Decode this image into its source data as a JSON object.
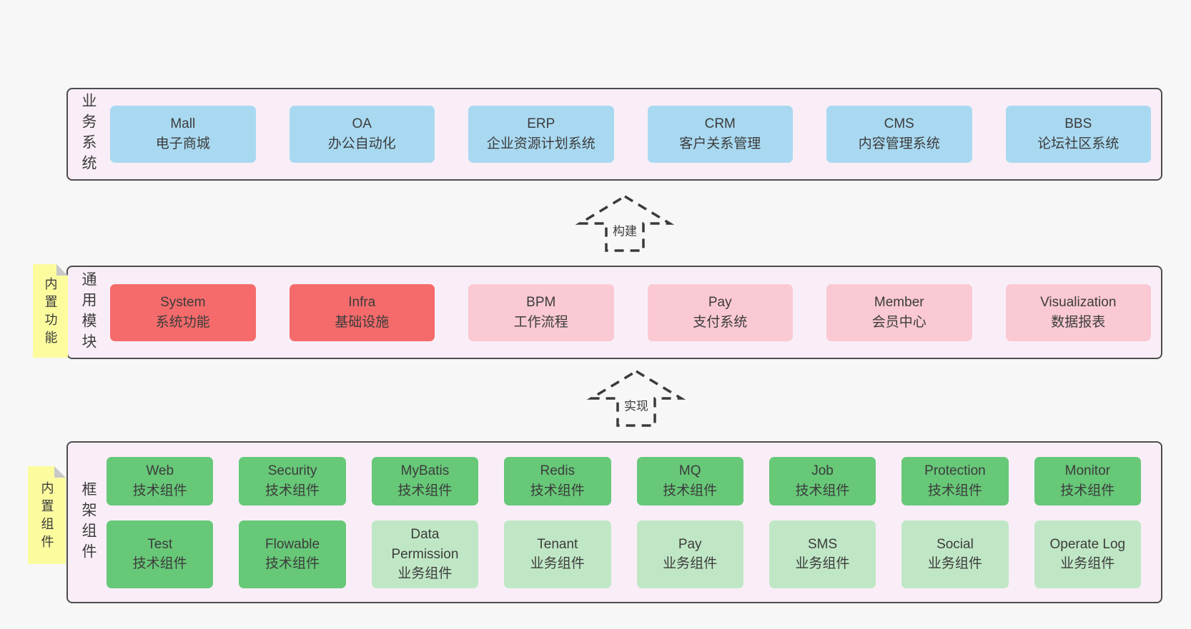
{
  "colors": {
    "page_bg": "#f7f7f7",
    "layer_bg": "#f9eef7",
    "layer_border": "#4d4d4d",
    "box_blue": "#a9d9f1",
    "box_red": "#f56b6b",
    "box_pink": "#fac9d3",
    "box_green": "#67c878",
    "box_green_light": "#c0e7c5",
    "note_yellow": "#fcfc9f",
    "note_fold": "#c8c8c8",
    "text": "#3c3c3c",
    "arrow": "#3a3a3a"
  },
  "arrows": [
    {
      "label": "构建"
    },
    {
      "label": "实现"
    }
  ],
  "layers": [
    {
      "label": "业务系统",
      "boxes": [
        {
          "title": "Mall",
          "subtitle": "电子商城",
          "variant": "blue"
        },
        {
          "title": "OA",
          "subtitle": "办公自动化",
          "variant": "blue"
        },
        {
          "title": "ERP",
          "subtitle": "企业资源计划系统",
          "variant": "blue"
        },
        {
          "title": "CRM",
          "subtitle": "客户关系管理",
          "variant": "blue"
        },
        {
          "title": "CMS",
          "subtitle": "内容管理系统",
          "variant": "blue"
        },
        {
          "title": "BBS",
          "subtitle": "论坛社区系统",
          "variant": "blue"
        }
      ]
    },
    {
      "label": "通用模块",
      "note": "内置功能",
      "boxes": [
        {
          "title": "System",
          "subtitle": "系统功能",
          "variant": "red"
        },
        {
          "title": "Infra",
          "subtitle": "基础设施",
          "variant": "red"
        },
        {
          "title": "BPM",
          "subtitle": "工作流程",
          "variant": "pink"
        },
        {
          "title": "Pay",
          "subtitle": "支付系统",
          "variant": "pink"
        },
        {
          "title": "Member",
          "subtitle": "会员中心",
          "variant": "pink"
        },
        {
          "title": "Visualization",
          "subtitle": "数据报表",
          "variant": "pink"
        }
      ]
    },
    {
      "label": "框架组件",
      "note": "内置组件",
      "boxes": [
        {
          "title": "Web",
          "subtitle": "技术组件",
          "variant": "green"
        },
        {
          "title": "Security",
          "subtitle": "技术组件",
          "variant": "green"
        },
        {
          "title": "MyBatis",
          "subtitle": "技术组件",
          "variant": "green"
        },
        {
          "title": "Redis",
          "subtitle": "技术组件",
          "variant": "green"
        },
        {
          "title": "MQ",
          "subtitle": "技术组件",
          "variant": "green"
        },
        {
          "title": "Job",
          "subtitle": "技术组件",
          "variant": "green"
        },
        {
          "title": "Protection",
          "subtitle": "技术组件",
          "variant": "green"
        },
        {
          "title": "Monitor",
          "subtitle": "技术组件",
          "variant": "green"
        },
        {
          "title": "Test",
          "subtitle": "技术组件",
          "variant": "green"
        },
        {
          "title": "Flowable",
          "subtitle": "技术组件",
          "variant": "green"
        },
        {
          "title": "Data Permission",
          "subtitle": "业务组件",
          "variant": "green_light"
        },
        {
          "title": "Tenant",
          "subtitle": "业务组件",
          "variant": "green_light"
        },
        {
          "title": "Pay",
          "subtitle": "业务组件",
          "variant": "green_light"
        },
        {
          "title": "SMS",
          "subtitle": "业务组件",
          "variant": "green_light"
        },
        {
          "title": "Social",
          "subtitle": "业务组件",
          "variant": "green_light"
        },
        {
          "title": "Operate Log",
          "subtitle": "业务组件",
          "variant": "green_light"
        }
      ]
    }
  ]
}
